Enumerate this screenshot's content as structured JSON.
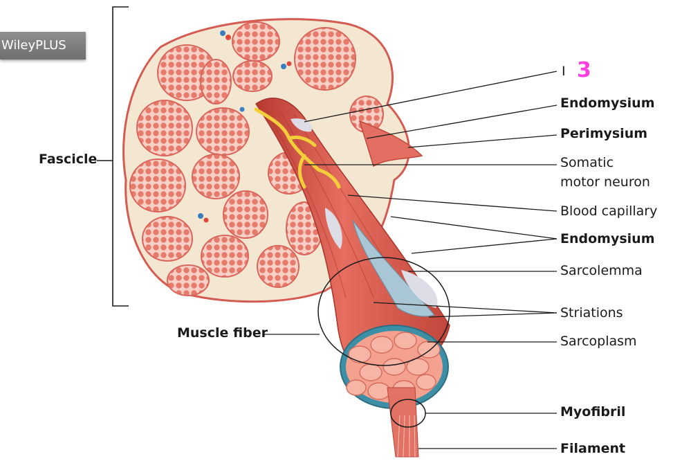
{
  "badge": {
    "text": "WileyPLUS"
  },
  "answer_number": "3",
  "blank_label": "I",
  "labels": {
    "fascicle": "Fascicle",
    "muscle_fiber": "Muscle fiber",
    "endomysium_top": "Endomysium",
    "perimysium": "Perimysium",
    "somatic_1": "Somatic",
    "somatic_2": "motor neuron",
    "blood_capillary": "Blood capillary",
    "endomysium_mid": "Endomysium",
    "sarcolemma": "Sarcolemma",
    "striations": "Striations",
    "sarcoplasm": "Sarcoplasm",
    "myofibril": "Myofibril",
    "filament": "Filament"
  },
  "colors": {
    "tissue": "#f4e7d2",
    "muscle": "#dd5f52",
    "muscle_dark": "#b8372f",
    "myofibril": "#f6a89a",
    "nerve": "#f2cf3a",
    "leader": "#1a1a1a"
  }
}
